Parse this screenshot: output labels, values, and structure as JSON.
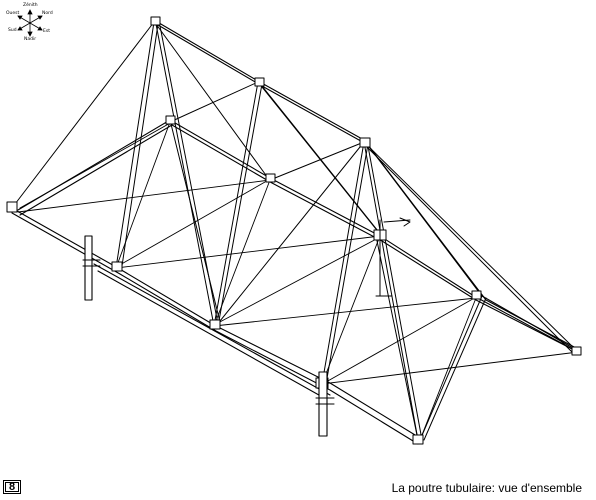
{
  "compass": {
    "zenith": "Zénith",
    "west": "Ouest",
    "north": "Nord",
    "south": "Sud",
    "east": "Est",
    "nadir": "Nadir",
    "icon": "orientation-compass-icon"
  },
  "footer": {
    "page_number": "8",
    "caption": "La poutre tubulaire: vue d'ensemble"
  },
  "drawing": {
    "subject": "tubular-truss-isometric",
    "line_color": "#000000",
    "background": "#ffffff"
  }
}
